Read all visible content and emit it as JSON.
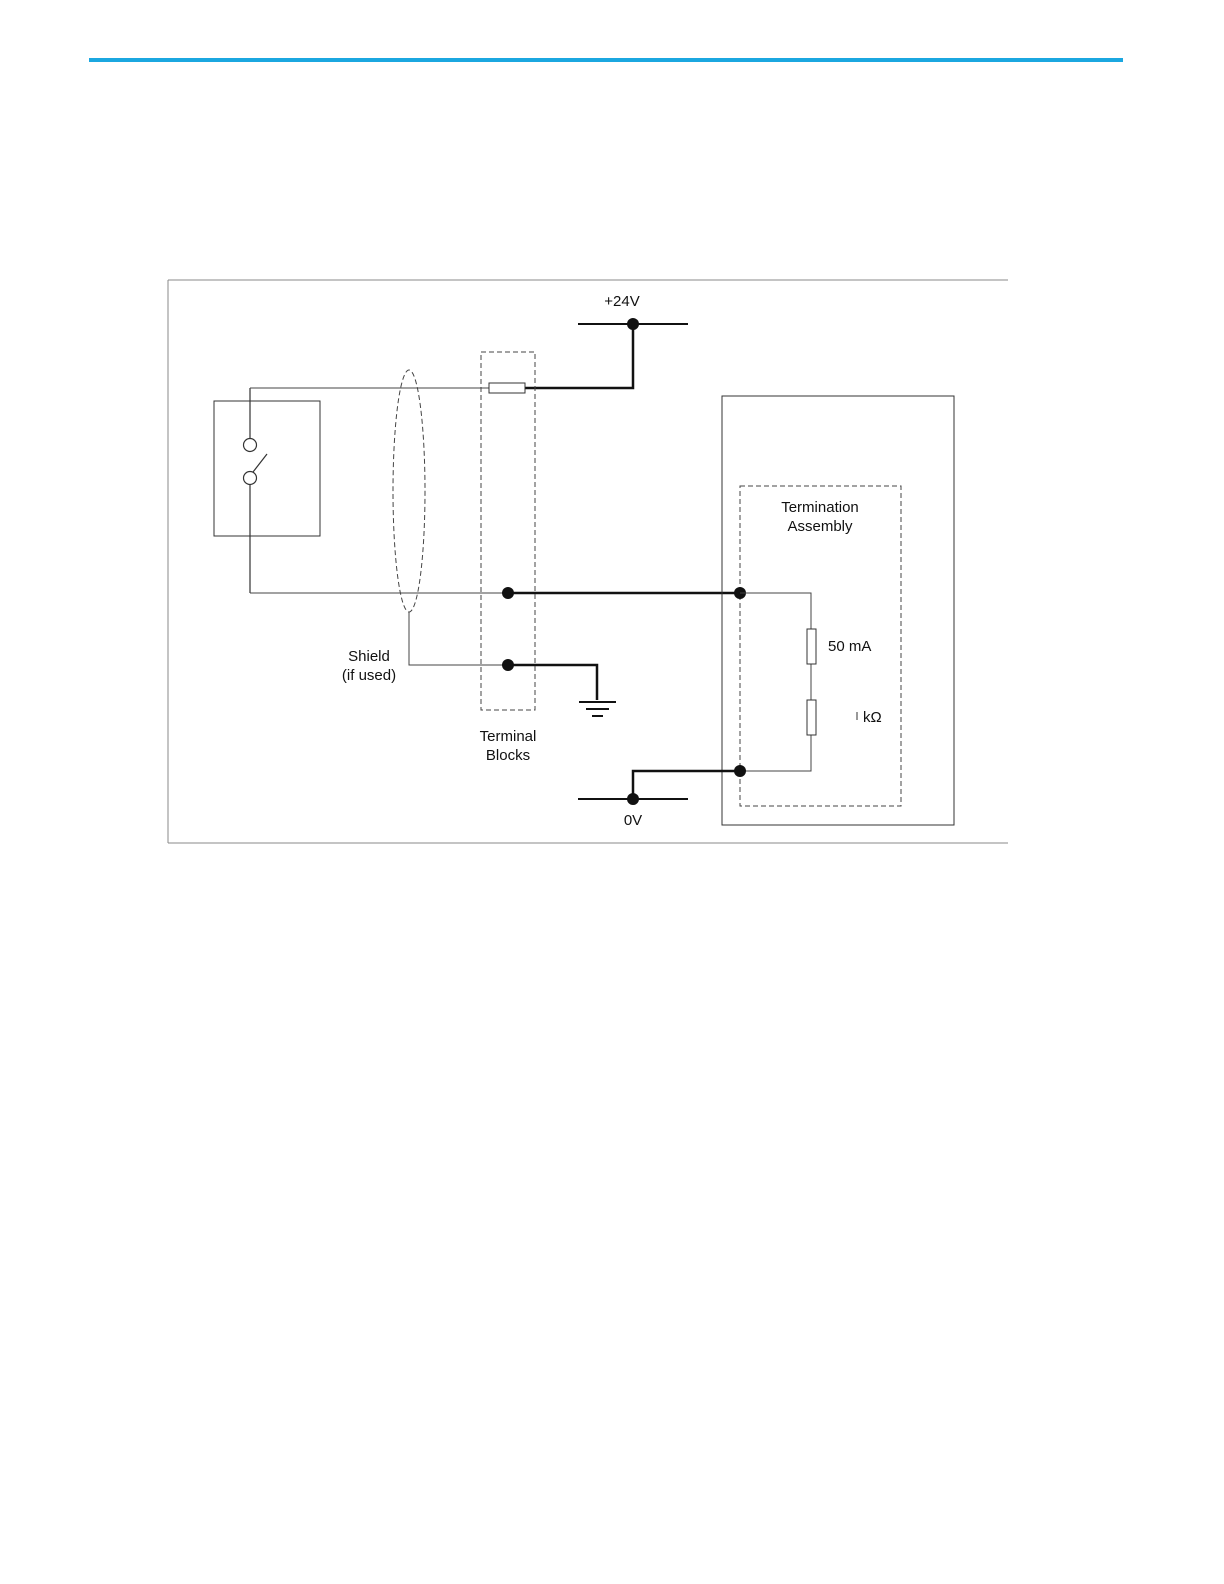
{
  "page": {
    "accent_color": "#1ba7e0"
  },
  "diagram": {
    "labels": {
      "supply_positive": "+24V",
      "supply_zero": "0V",
      "shield_line1": "Shield",
      "shield_line2": "(if used)",
      "terminal_line1": "Terminal",
      "terminal_line2": "Blocks",
      "termination_line1": "Termination",
      "termination_line2": "Assembly",
      "fuse_rating": "50 mA",
      "resistor_value": "kΩ"
    },
    "components": {
      "field_switch": "normally-open-switch-icon",
      "ground": "earth-ground-icon",
      "fuse": "fuse-icon",
      "resistor": "resistor-icon"
    }
  }
}
